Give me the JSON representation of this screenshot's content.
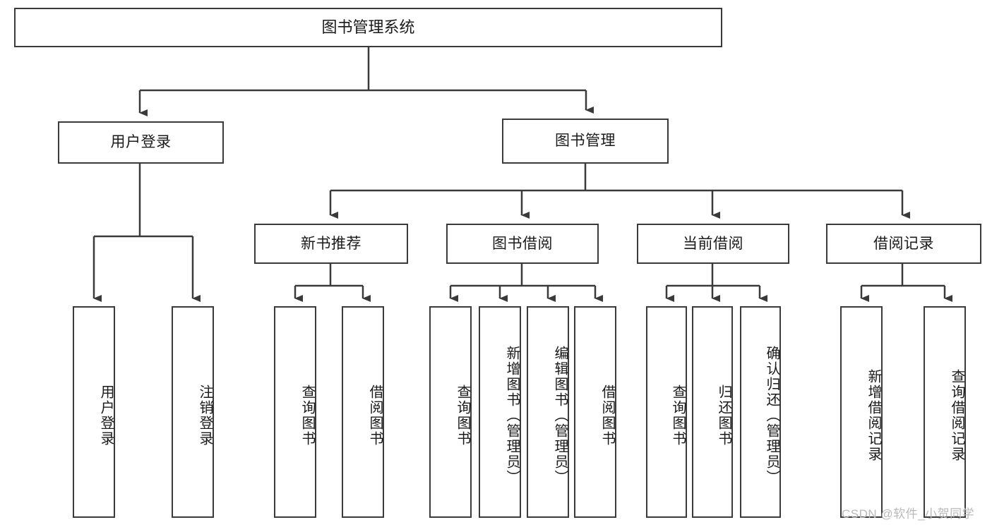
{
  "diagram": {
    "title": "图书管理系统",
    "type": "tree-hierarchy",
    "watermark": "CSDN @软件_小贺同学",
    "levels": {
      "root": {
        "label": "图书管理系统"
      },
      "level1": [
        {
          "label": "用户登录"
        },
        {
          "label": "图书管理"
        }
      ],
      "level2": [
        {
          "label": "新书推荐"
        },
        {
          "label": "图书借阅"
        },
        {
          "label": "当前借阅"
        },
        {
          "label": "借阅记录"
        }
      ],
      "leaves": [
        {
          "label": "用户登录"
        },
        {
          "label": "注销登录"
        },
        {
          "label": "查询图书"
        },
        {
          "label": "借阅图书"
        },
        {
          "label": "查询图书"
        },
        {
          "label": "新增图书（管理员）"
        },
        {
          "label": "编辑图书（管理员）"
        },
        {
          "label": "借阅图书"
        },
        {
          "label": "查询图书"
        },
        {
          "label": "归还图书"
        },
        {
          "label": "确认归还（管理员）"
        },
        {
          "label": "新增借阅记录"
        },
        {
          "label": "查询借阅记录"
        }
      ]
    },
    "colors": {
      "stroke": "#3a3a3a",
      "fill": "#ffffff",
      "text": "#1a1a1a",
      "watermark": "#b9b9b9"
    }
  }
}
